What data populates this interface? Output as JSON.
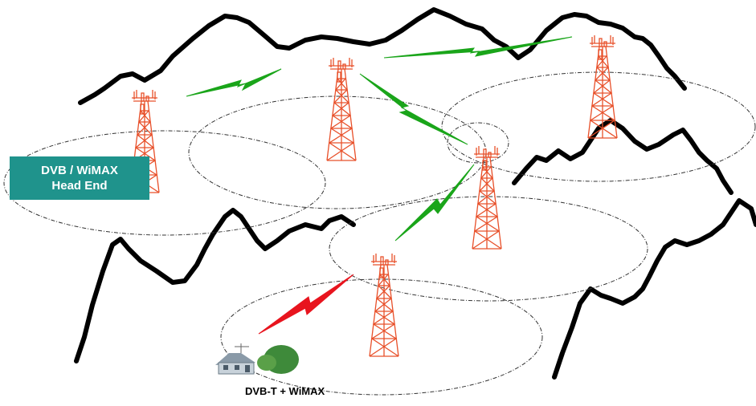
{
  "headend": {
    "line1": "DVB / WiMAX",
    "line2": "Head End"
  },
  "caption": "DVB-T + WiMAX",
  "colors": {
    "tower": "#e8502a",
    "backhaul_link": "#1aa51a",
    "subscriber_link": "#e8141e",
    "headend_box": "#1f938c",
    "mountain": "#000000"
  },
  "icons": [
    "tower-icon",
    "house-icon",
    "lightning-link-icon"
  ]
}
